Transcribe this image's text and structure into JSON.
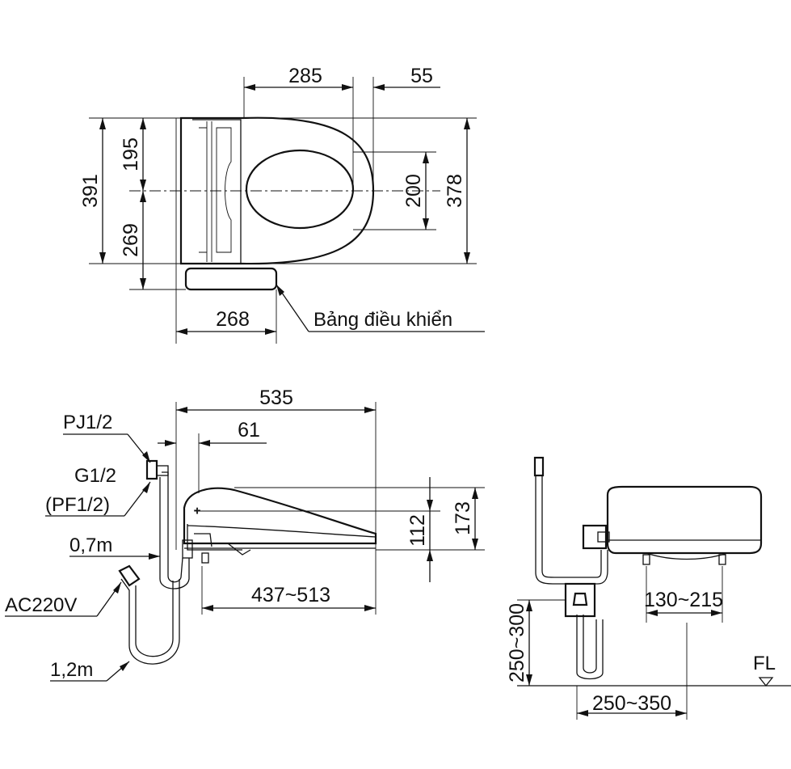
{
  "top_view": {
    "dims": {
      "width_285": "285",
      "offset_55": "55",
      "half_195": "195",
      "total_391": "391",
      "lower_269": "269",
      "bowl_200": "200",
      "length_378": "378",
      "panel_268": "268"
    },
    "callout_control_panel": "Bảng điều khiển"
  },
  "side_view": {
    "dims": {
      "length_535": "535",
      "offset_61": "61",
      "height_112": "112",
      "height_173": "173",
      "range_437_513": "437~513"
    },
    "labels": {
      "pj": "PJ1/2",
      "g": "G1/2",
      "pf": "(PF1/2)",
      "hose": "0,7m",
      "power": "AC220V",
      "cord": "1,2m"
    }
  },
  "rear_view": {
    "dims": {
      "range_250_300": "250~300",
      "range_130_215": "130~215",
      "range_250_350": "250~350"
    },
    "labels": {
      "floor": "FL"
    }
  }
}
